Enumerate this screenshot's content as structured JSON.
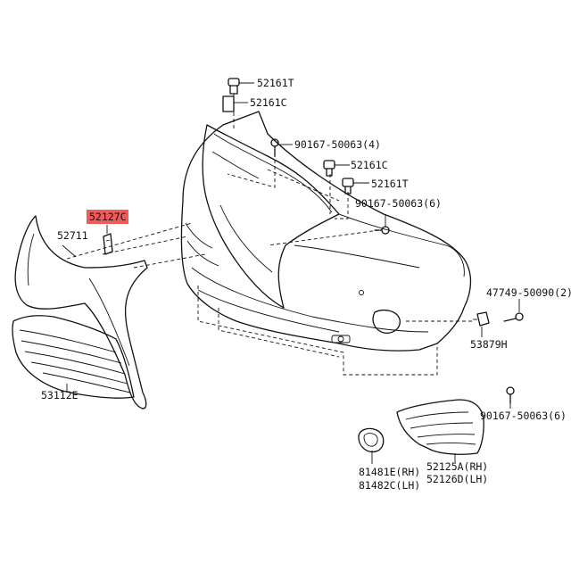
{
  "parts": {
    "p52161T_top": "52161T",
    "p52161C_top": "52161C",
    "p90167_4": "90167-50063(4)",
    "p52161C_mid": "52161C",
    "p52161T_mid": "52161T",
    "p90167_6": "90167-50063(6)",
    "p52127C": "52127C",
    "p52711": "52711",
    "p47749": "47749-50090(2)",
    "p53879H": "53879H",
    "p53112E": "53112E",
    "p90167_r": "90167-50063(6)",
    "p81481E": "81481E(RH)",
    "p81482C": "81482C(LH)",
    "p52125A": "52125A(RH)",
    "p52126D": "52126D(LH)"
  },
  "colors": {
    "highlight": "#f05a5a",
    "line": "#111111"
  }
}
